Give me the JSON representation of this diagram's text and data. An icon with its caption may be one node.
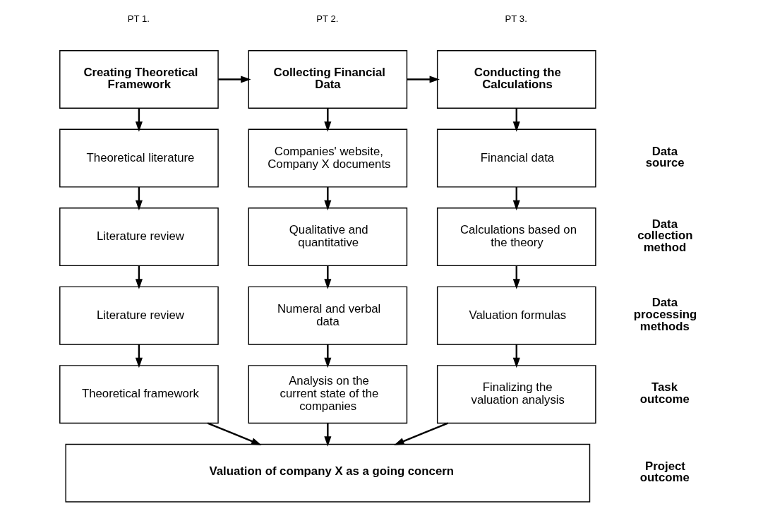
{
  "diagram": {
    "nodes": [
      {
        "text": [
          "Creating Theoretical Framework"
        ],
        "beside": [
          "PT 1."
        ]
      },
      {
        "text": [
          "Collecting Financial Data"
        ],
        "beside": [
          "PT 2."
        ]
      },
      {
        "text": [
          "Conducting the Calculations"
        ],
        "beside": [
          "PT 3."
        ]
      },
      {
        "text": [
          "Theoretical literature"
        ]
      },
      {
        "text": [
          "Companies' website, Company X documents"
        ]
      },
      {
        "text": [
          "Financial data"
        ]
      },
      {
        "text": [
          "Literature review"
        ]
      },
      {
        "text": [
          "Qualitative and quantitative"
        ]
      },
      {
        "text": [
          "Calculations based on the theory"
        ]
      },
      {
        "text": [
          "Literature review"
        ]
      },
      {
        "text": [
          "Numeral and verbal data"
        ]
      },
      {
        "text": [
          "Valuation formulas"
        ]
      },
      {
        "text": [
          "Theoretical framework"
        ]
      },
      {
        "text": [
          "Analysis on the current state of the companies"
        ]
      },
      {
        "text": [
          "Finalizing the valuation analysis"
        ]
      },
      {
        "text": [
          "Valuation of company X as a going concern"
        ]
      }
    ],
    "edges": [
      {
        "from": 0,
        "to": 1,
        "arrow": "to"
      },
      {
        "from": 1,
        "to": 2,
        "arrow": "to"
      },
      {
        "from": 0,
        "to": 3,
        "arrow": "to"
      },
      {
        "from": 3,
        "to": 6,
        "arrow": "to"
      },
      {
        "from": 6,
        "to": 9,
        "arrow": "to"
      },
      {
        "from": 9,
        "to": 12,
        "arrow": "to"
      },
      {
        "from": 12,
        "to": 15,
        "arrow": "to"
      },
      {
        "from": 1,
        "to": 4,
        "arrow": "to"
      },
      {
        "from": 4,
        "to": 7,
        "arrow": "to"
      },
      {
        "from": 7,
        "to": 10,
        "arrow": "to"
      },
      {
        "from": 10,
        "to": 13,
        "arrow": "to"
      },
      {
        "from": 13,
        "to": 15,
        "arrow": "to"
      },
      {
        "from": 2,
        "to": 5,
        "arrow": "to"
      },
      {
        "from": 5,
        "to": 8,
        "arrow": "to"
      },
      {
        "from": 8,
        "to": 11,
        "arrow": "to"
      },
      {
        "from": 11,
        "to": 14,
        "arrow": "to"
      },
      {
        "from": 14,
        "to": 15,
        "arrow": "to"
      }
    ],
    "labels": [
      "Data source",
      "Data collection method",
      "Data processing methods",
      "Task outcome",
      "Project outcome"
    ]
  }
}
